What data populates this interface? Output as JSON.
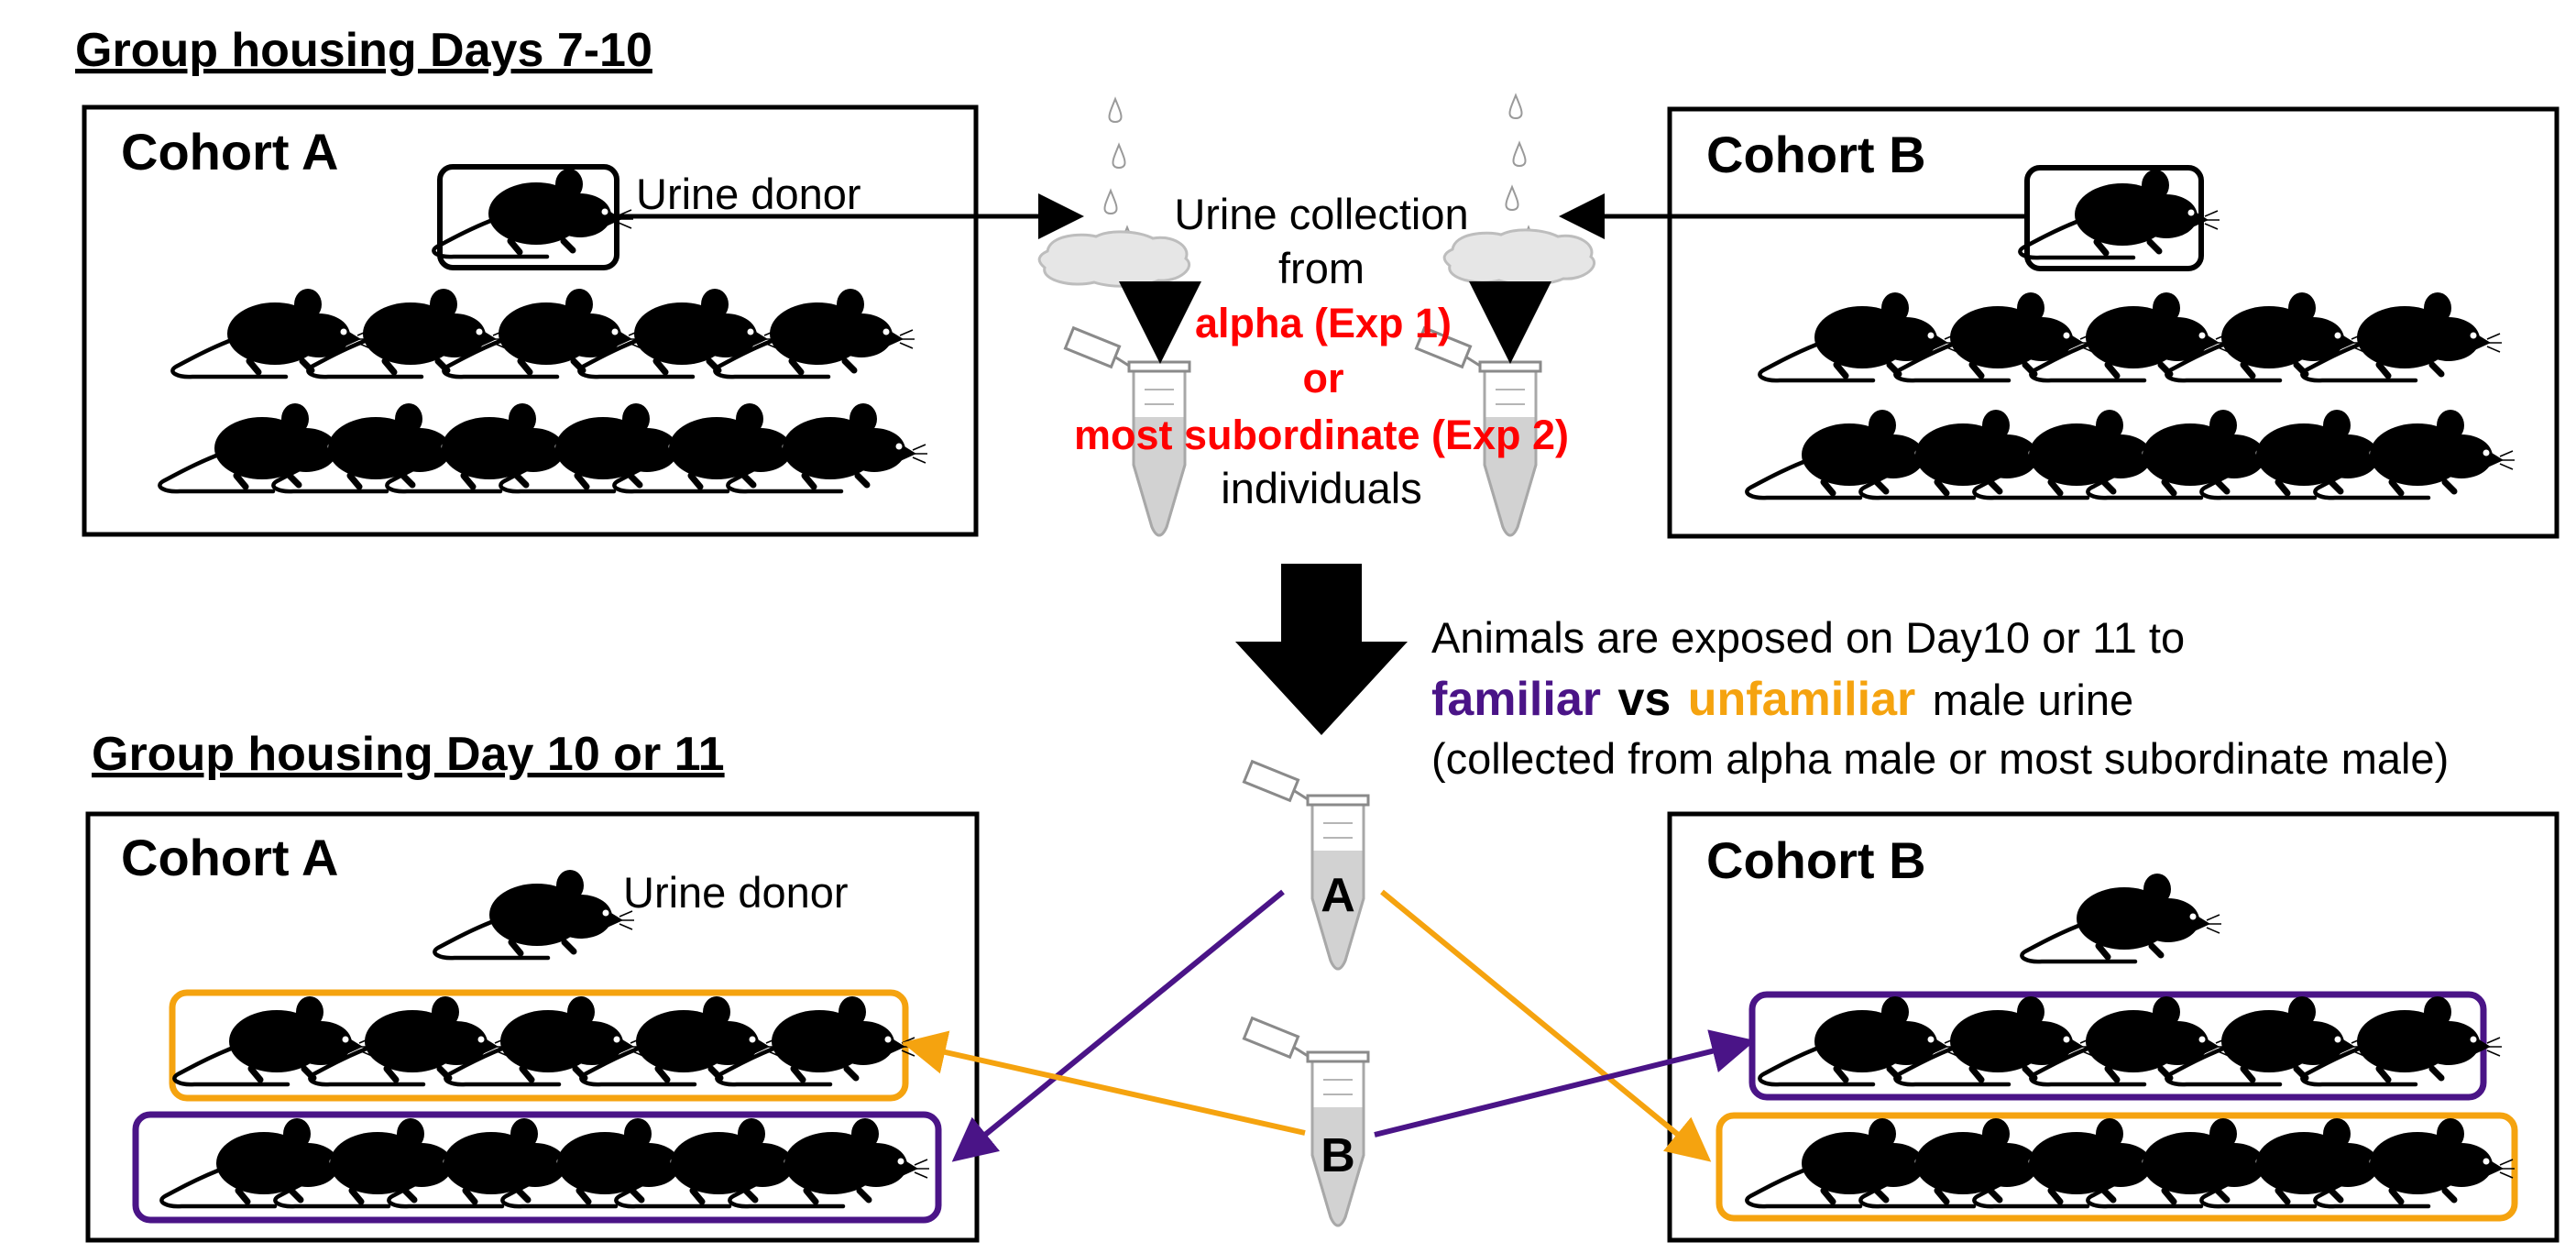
{
  "headings": {
    "top": "Group housing Days 7-10",
    "bottom": "Group housing Day 10 or 11"
  },
  "cohorts": {
    "top_a": "Cohort A",
    "top_b": "Cohort B",
    "bottom_a": "Cohort A",
    "bottom_b": "Cohort B"
  },
  "labels": {
    "urine_donor_top": "Urine donor",
    "urine_donor_bottom": "Urine donor"
  },
  "collection": {
    "line1": "Urine collection",
    "line2": "from",
    "alpha": "alpha (Exp 1)",
    "or": "or",
    "subordinate": "most subordinate (Exp 2)",
    "individuals": "individuals"
  },
  "exposure": {
    "line1": "Animals are exposed on Day10 or 11 to",
    "familiar": "familiar",
    "vs": "vs",
    "unfamiliar": "unfamiliar",
    "male_urine": "male urine",
    "line3": "(collected from alpha male or most subordinate male)"
  },
  "tubes": {
    "a": "A",
    "b": "B"
  },
  "colors": {
    "familiar": "#4a1487",
    "unfamiliar": "#f5a30f",
    "highlight": "#ff0000",
    "ink": "#000000",
    "tube_fill": "#d2d2d2"
  },
  "icons": [
    "mouse-icon",
    "urine-drop-icon",
    "urine-puddle-icon",
    "tube-icon",
    "down-arrow-icon"
  ]
}
